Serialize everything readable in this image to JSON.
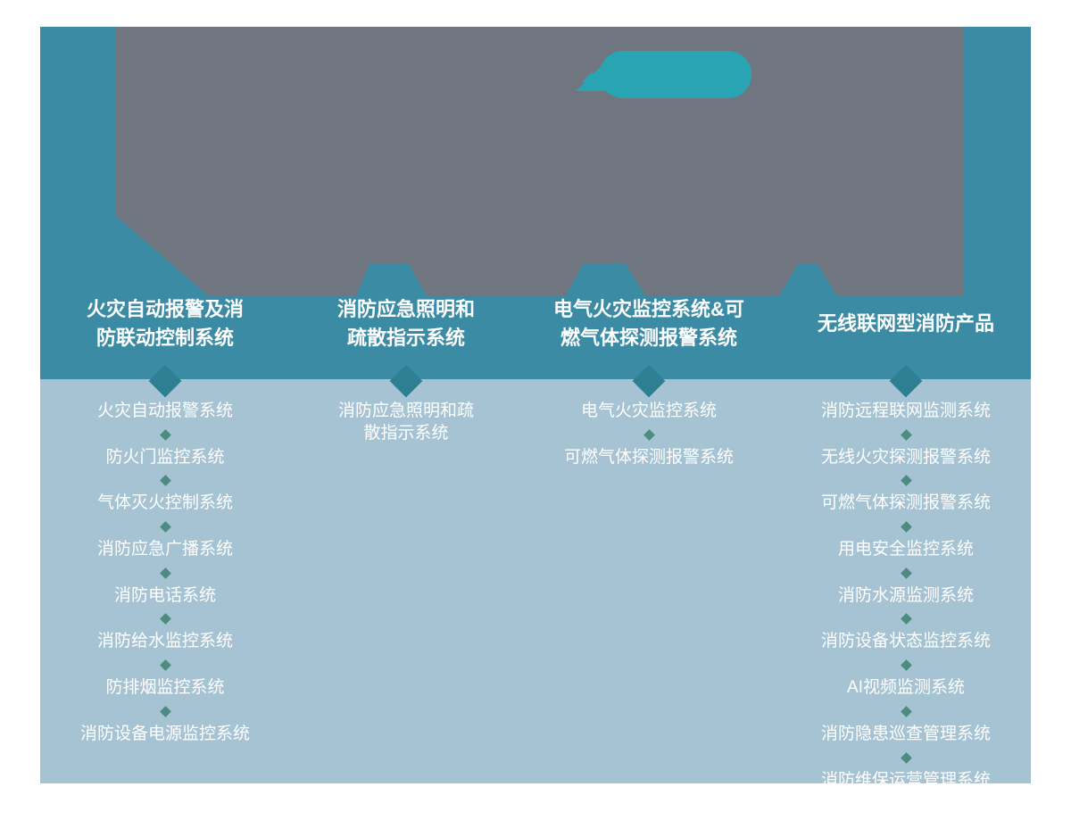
{
  "colors": {
    "band_teal": "#3b8ba5",
    "panel_blue": "#a6c3d3",
    "shape_gray": "#70767f",
    "logo_teal": "#29a4b2",
    "diamond_large": "#2f7f92",
    "diamond_small": "#4d8a80",
    "text_white": "#ffffff"
  },
  "icons": {
    "brand_swoosh": "teal-swoosh-logo-mark",
    "hero_shape": "gray-placeholder-graphic"
  },
  "columns": [
    {
      "header": "火灾自动报警及消防联动控制系统",
      "items": [
        "火灾自动报警系统",
        "防火门监控系统",
        "气体灭火控制系统",
        "消防应急广播系统",
        "消防电话系统",
        "消防给水监控系统",
        "防排烟监控系统",
        "消防设备电源监控系统"
      ]
    },
    {
      "header": "消防应急照明和疏散指示系统",
      "items": [
        "消防应急照明和疏散指示系统"
      ]
    },
    {
      "header": "电气火灾监控系统&可燃气体探测报警系统",
      "items": [
        "电气火灾监控系统",
        "可燃气体探测报警系统"
      ]
    },
    {
      "header": "无线联网型消防产品",
      "items": [
        "消防远程联网监测系统",
        "无线火灾探测报警系统",
        "可燃气体探测报警系统",
        "用电安全监控系统",
        "消防水源监测系统",
        "消防设备状态监控系统",
        "AI视频监测系统",
        "消防隐患巡查管理系统",
        "消防维保运营管理系统"
      ]
    }
  ]
}
